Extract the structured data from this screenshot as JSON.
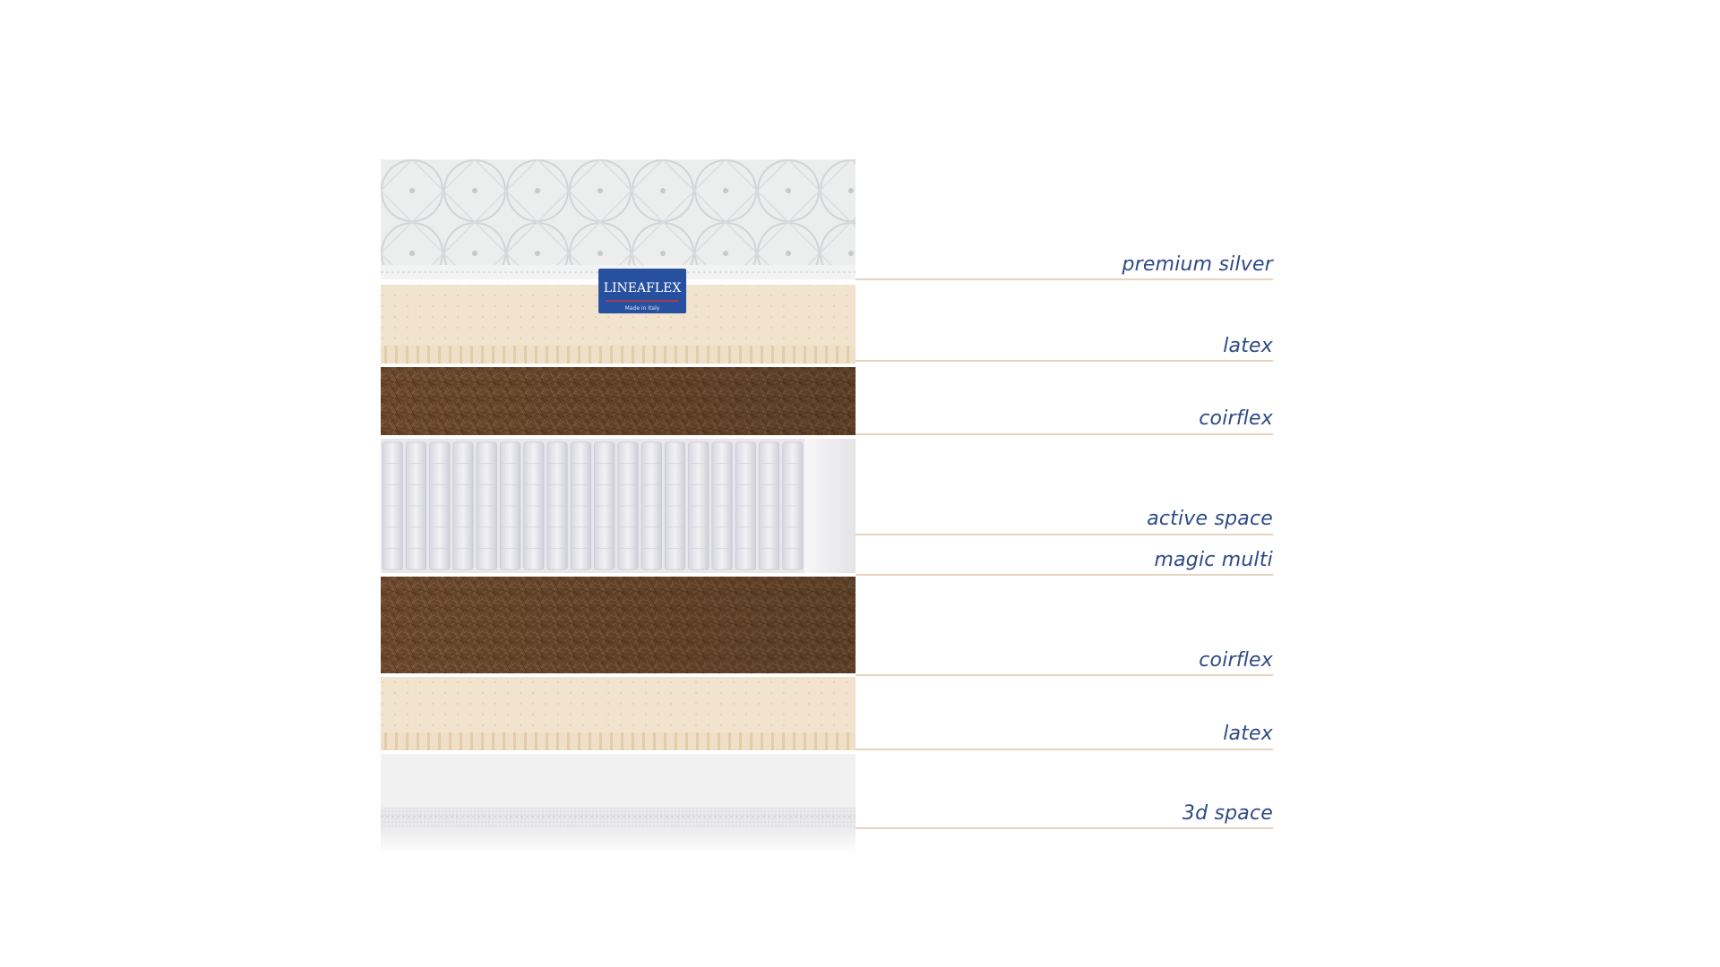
{
  "brand": {
    "label_main": "LINEAFLEX",
    "label_tagline": "Made in Italy",
    "ticker_text": "LINEAFLEX",
    "label_color": "#2850a0"
  },
  "layers": [
    {
      "id": "premium-silver",
      "label": "premium silver",
      "material": "quilted-fabric"
    },
    {
      "id": "latex-top",
      "label": "latex",
      "material": "latex"
    },
    {
      "id": "coirflex-top",
      "label": "coirflex",
      "material": "coir"
    },
    {
      "id": "active-space",
      "label": "active space",
      "material": "foam-border"
    },
    {
      "id": "magic-multi",
      "label": "magic multi",
      "material": "pocket-springs"
    },
    {
      "id": "coirflex-bottom",
      "label": "coirflex",
      "material": "coir"
    },
    {
      "id": "latex-bottom",
      "label": "latex",
      "material": "latex"
    },
    {
      "id": "3d-space",
      "label": "3d space",
      "material": "3d-fabric"
    }
  ],
  "colors": {
    "label_text": "#2e4a86",
    "leader_line": "#e6d3bf",
    "latex": "#f1e3cd",
    "coir": "#6e4a2c",
    "fabric": "#ececee",
    "springs": "#e4e4ea"
  }
}
